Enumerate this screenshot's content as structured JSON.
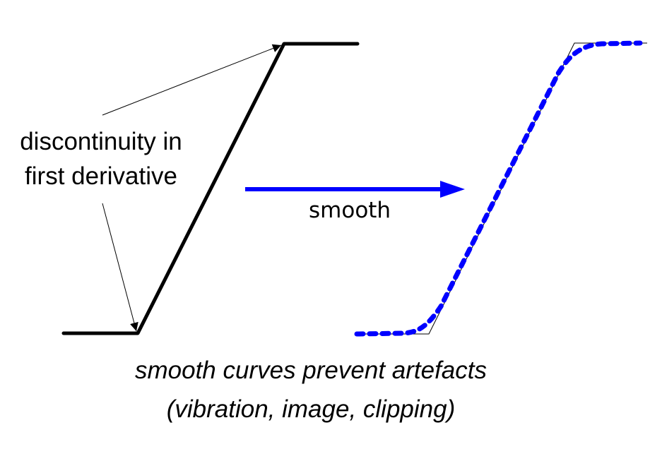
{
  "annotation": {
    "line1": "discontinuity in",
    "line2": "first derivative"
  },
  "transform_label": "smooth",
  "caption": {
    "line1": "smooth curves prevent artefacts",
    "line2": "(vibration, image, clipping)"
  },
  "colors": {
    "piecewise_curve": "#000000",
    "smooth_curve": "#0000ff",
    "arrow": "#0000ff"
  }
}
